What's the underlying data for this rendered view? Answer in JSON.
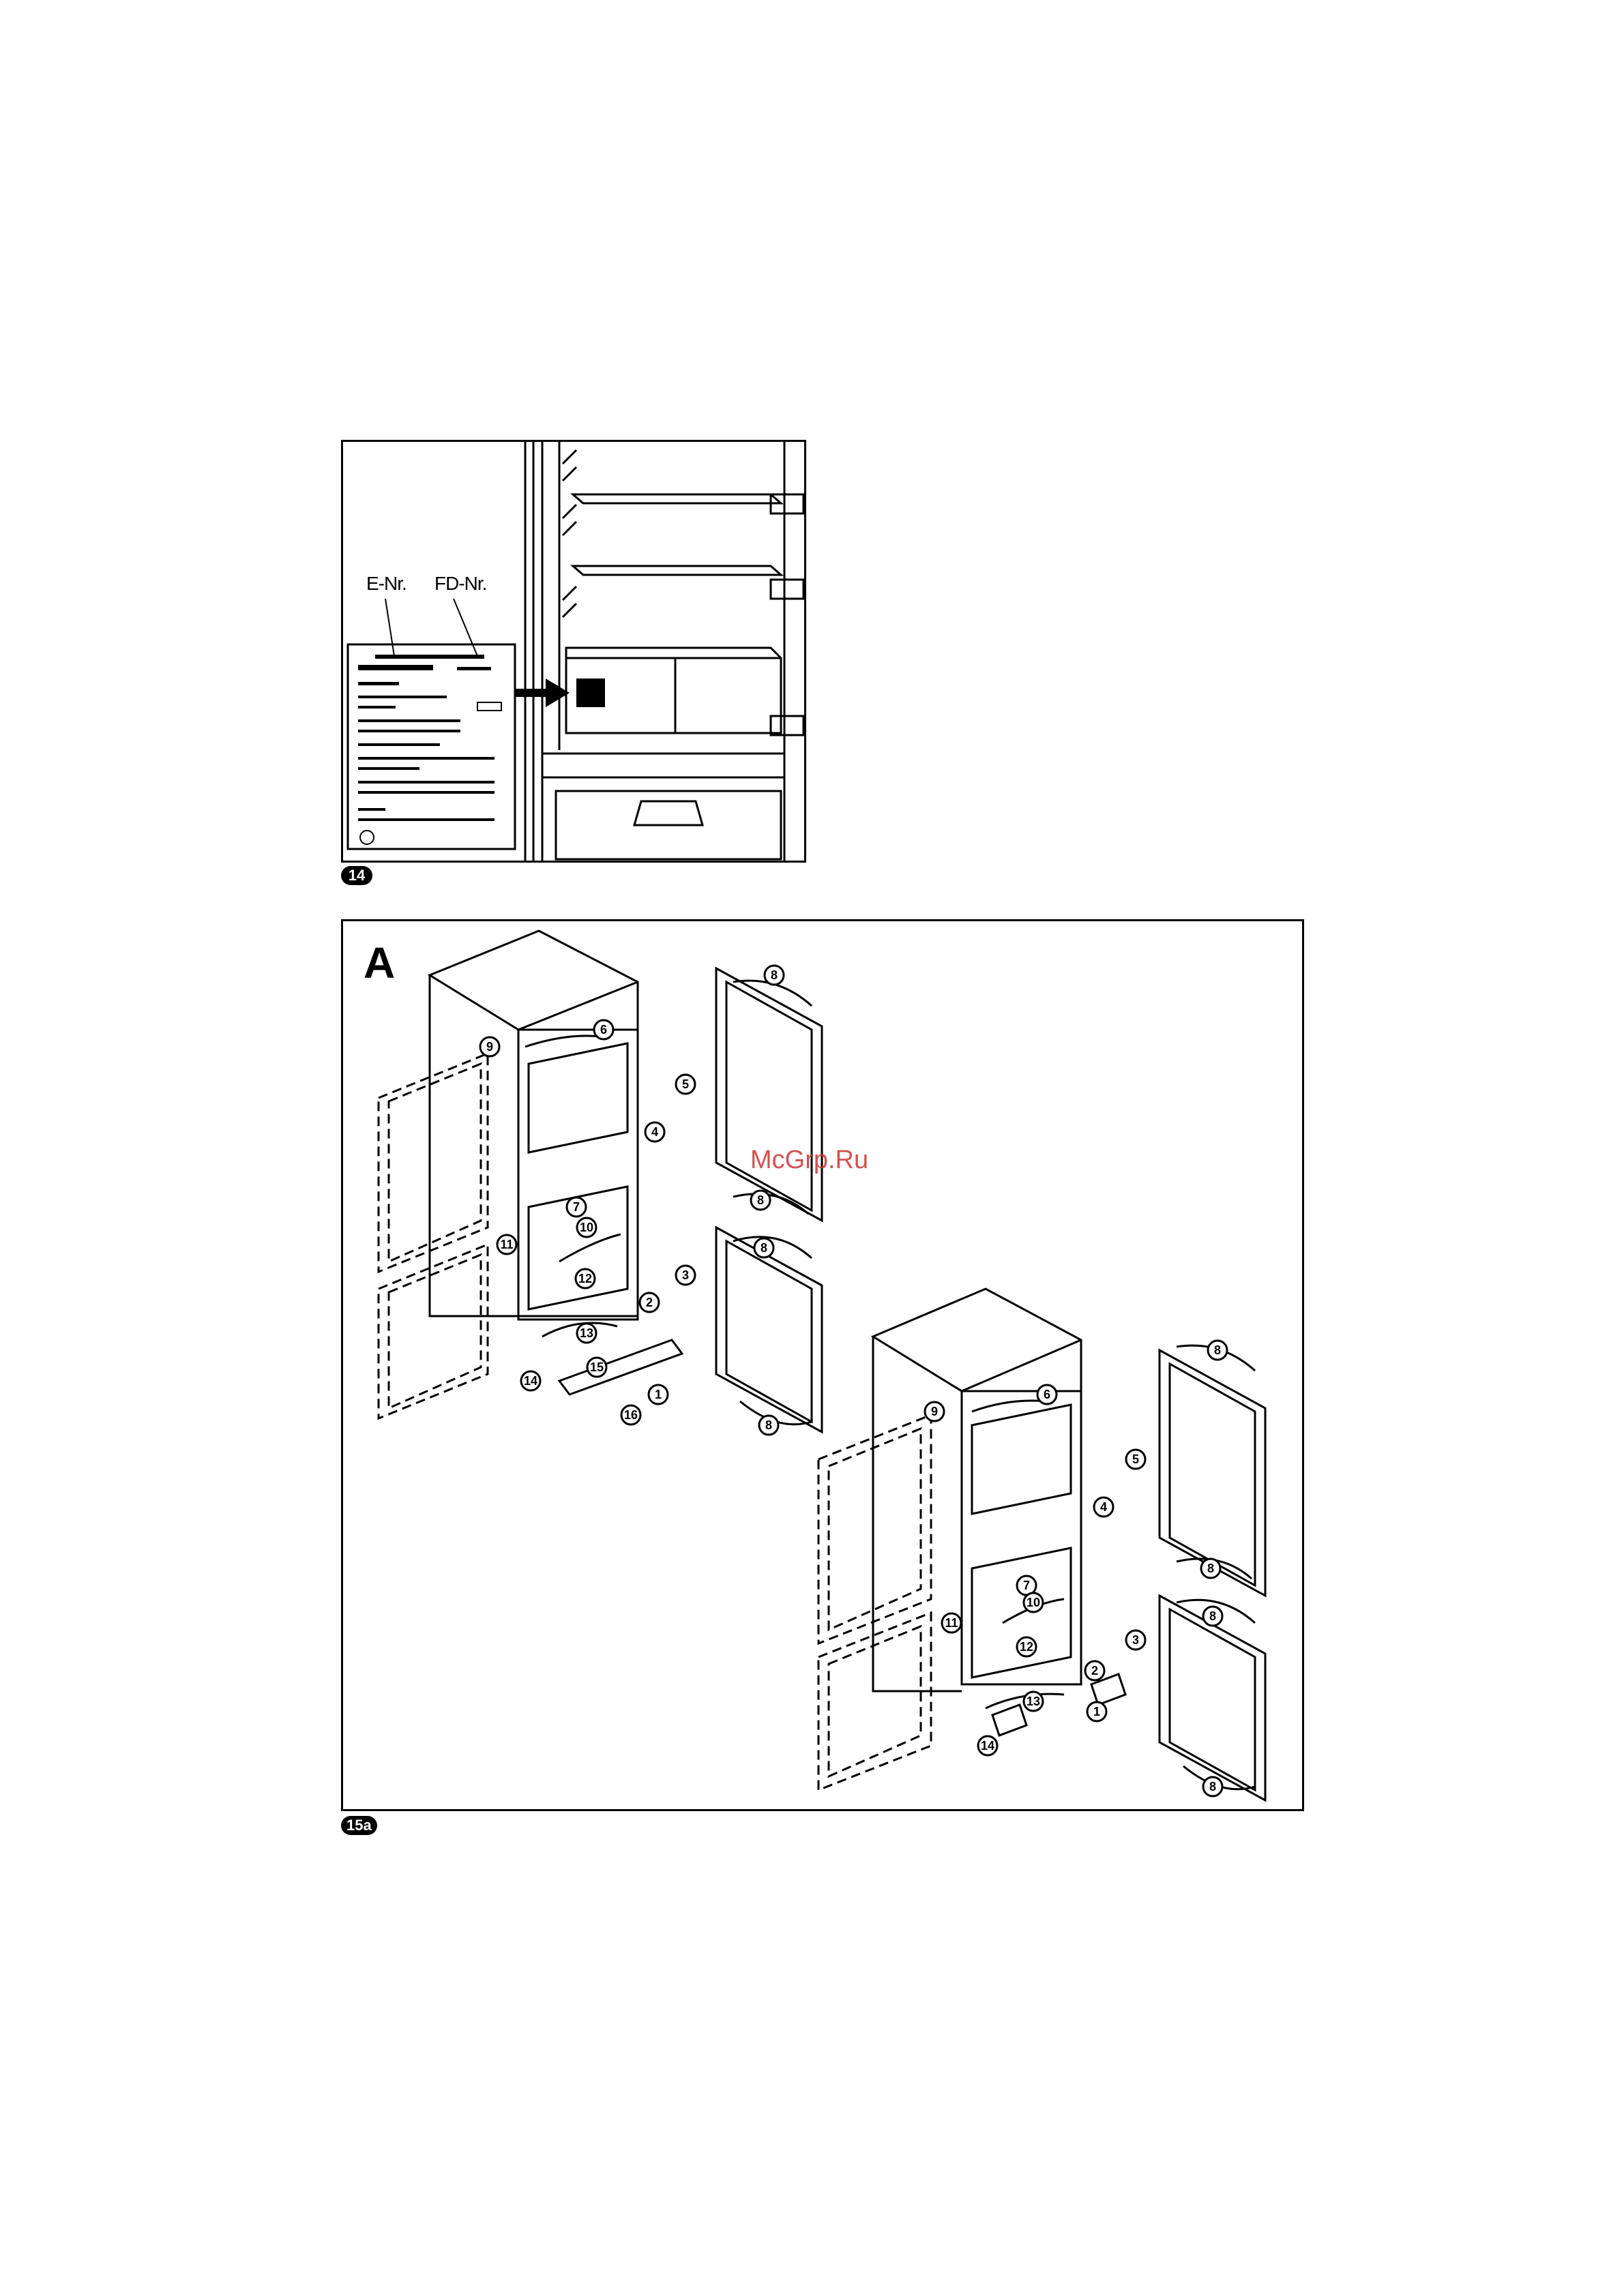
{
  "figures": {
    "fig14": {
      "badge": "14",
      "label_e": "E-Nr.",
      "label_fd": "FD-Nr."
    },
    "fig15a": {
      "badge": "15a",
      "panel_letter": "A"
    }
  },
  "watermark": "McGrp.Ru",
  "step_numbers_group1": [
    "1",
    "2",
    "3",
    "4",
    "5",
    "6",
    "7",
    "8",
    "8",
    "8",
    "8",
    "9",
    "10",
    "11",
    "12",
    "13",
    "14",
    "15",
    "16"
  ],
  "step_numbers_group2": [
    "1",
    "2",
    "3",
    "4",
    "5",
    "6",
    "7",
    "8",
    "8",
    "8",
    "8",
    "9",
    "10",
    "11",
    "12",
    "13",
    "14"
  ]
}
